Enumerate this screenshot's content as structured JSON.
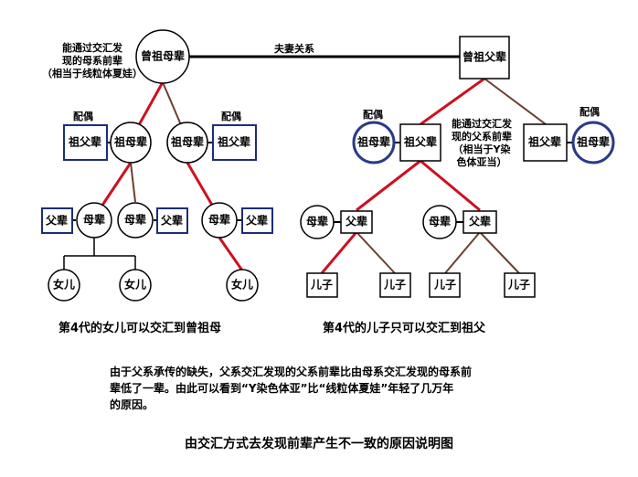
{
  "nodes": {
    "great_grandmother": "曾祖母辈",
    "great_grandfather": "曾祖父辈",
    "grandfather": "祖父辈",
    "grandmother": "祖母辈",
    "father": "父辈",
    "mother": "母辈",
    "daughter": "女儿",
    "son": "儿子"
  },
  "labels": {
    "marriage": "夫妻关系",
    "spouse": "配偶",
    "mito_note": [
      "能通过交汇发",
      "现的母系前辈",
      "（相当于线粒体夏娃）"
    ],
    "y_note": [
      "能通过交汇发",
      "现的父系前辈",
      "（相当于Y染",
      "色体亚当）"
    ]
  },
  "captions": {
    "left": "第4代的女儿可以交汇到曾祖母",
    "right": "第4代的儿子只可以交汇到祖父"
  },
  "note": {
    "lines": [
      "由于父系承传的缺失，父系交汇发现的父系前辈比由母系交汇发现的母系前",
      "辈低了一辈。由此可以看到“Y染色体亚”比“线粒体夏娃”年轻了几万年",
      "的原因。"
    ]
  },
  "title": "由交汇方式去发现前辈产生不一致的原因说明图",
  "colors": {
    "highlight_line": "#cc1122",
    "normal_line": "#6b3f2f",
    "box_border": "#1d2d7a",
    "circle_border": "#2a3a8a"
  }
}
